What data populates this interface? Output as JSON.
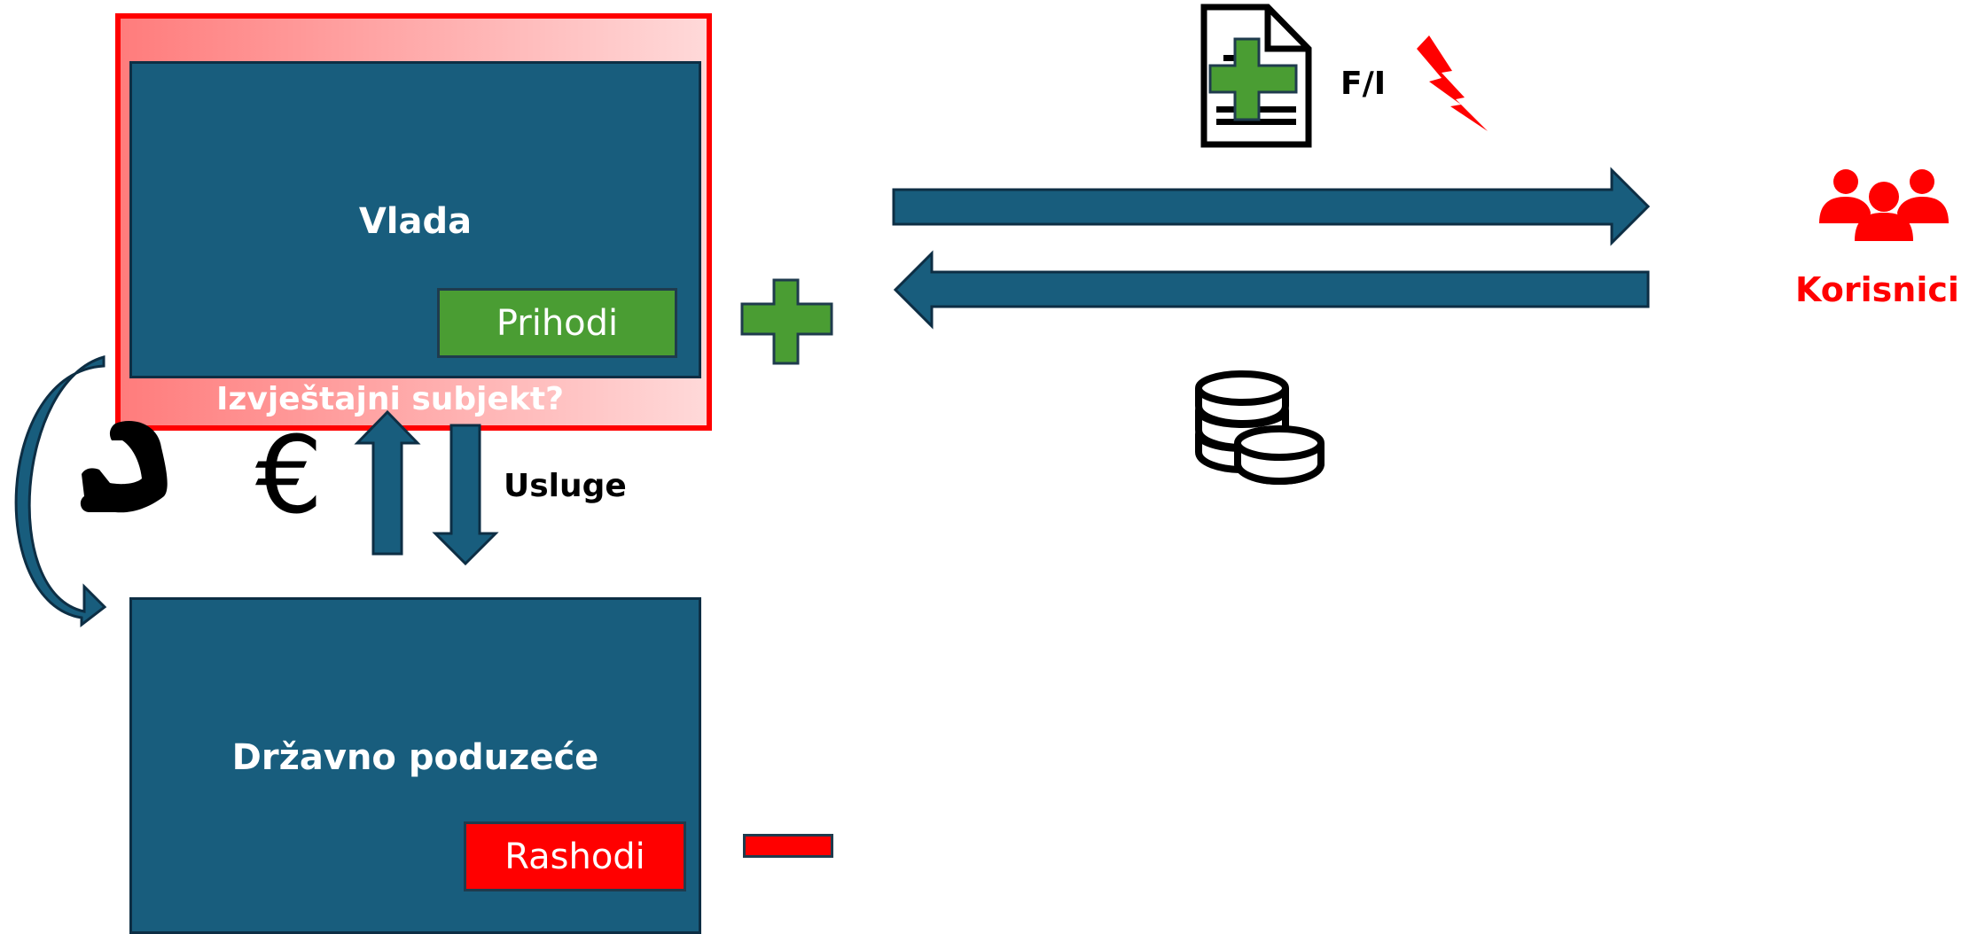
{
  "government": {
    "title": "Vlada",
    "revenue_label": "Prihodi"
  },
  "reporting_entity": {
    "caption": "Izvještajni subjekt?"
  },
  "state_company": {
    "title": "Državno poduzeće",
    "expense_label": "Rashodi"
  },
  "flows": {
    "money_symbol": "€",
    "services_label": "Usluge"
  },
  "transactions": {
    "instrument_label": "F/I"
  },
  "users": {
    "label": "Korisnici"
  },
  "colors": {
    "entity_fill": "#185d7d",
    "revenue": "#4a9d33",
    "expense": "#ff0000",
    "highlight": "#ff0000"
  },
  "icons": [
    "document-plus-icon",
    "lightning-icon",
    "users-icon",
    "coins-icon",
    "flexed-arm-icon",
    "plus-icon",
    "minus-icon"
  ]
}
